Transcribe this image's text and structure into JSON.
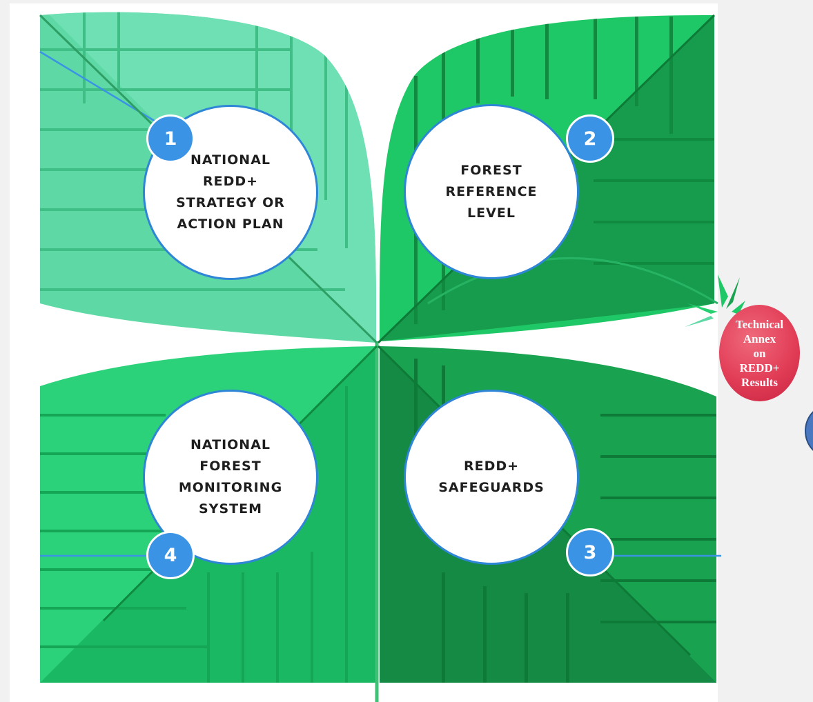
{
  "elements": [
    {
      "number": "1",
      "label": "NATIONAL\nREDD+\nSTRATEGY OR\nACTION PLAN"
    },
    {
      "number": "2",
      "label": "FOREST\nREFERENCE\nLEVEL"
    },
    {
      "number": "3",
      "label": "REDD+\nSAFEGUARDS"
    },
    {
      "number": "4",
      "label": "NATIONAL\nFOREST\nMONITORING\nSYSTEM"
    }
  ],
  "annex": {
    "label": "Technical\nAnnex\non\nREDD+\nResults"
  },
  "colors": {
    "leaf_mint": "#5ed9a6",
    "leaf_green": "#1fc866",
    "leaf_dark": "#19a24f",
    "leaf_bright": "#26d071",
    "badge_blue": "#3a93e4",
    "circle_border": "#2f86d6",
    "annex_red": "#e23d57"
  }
}
